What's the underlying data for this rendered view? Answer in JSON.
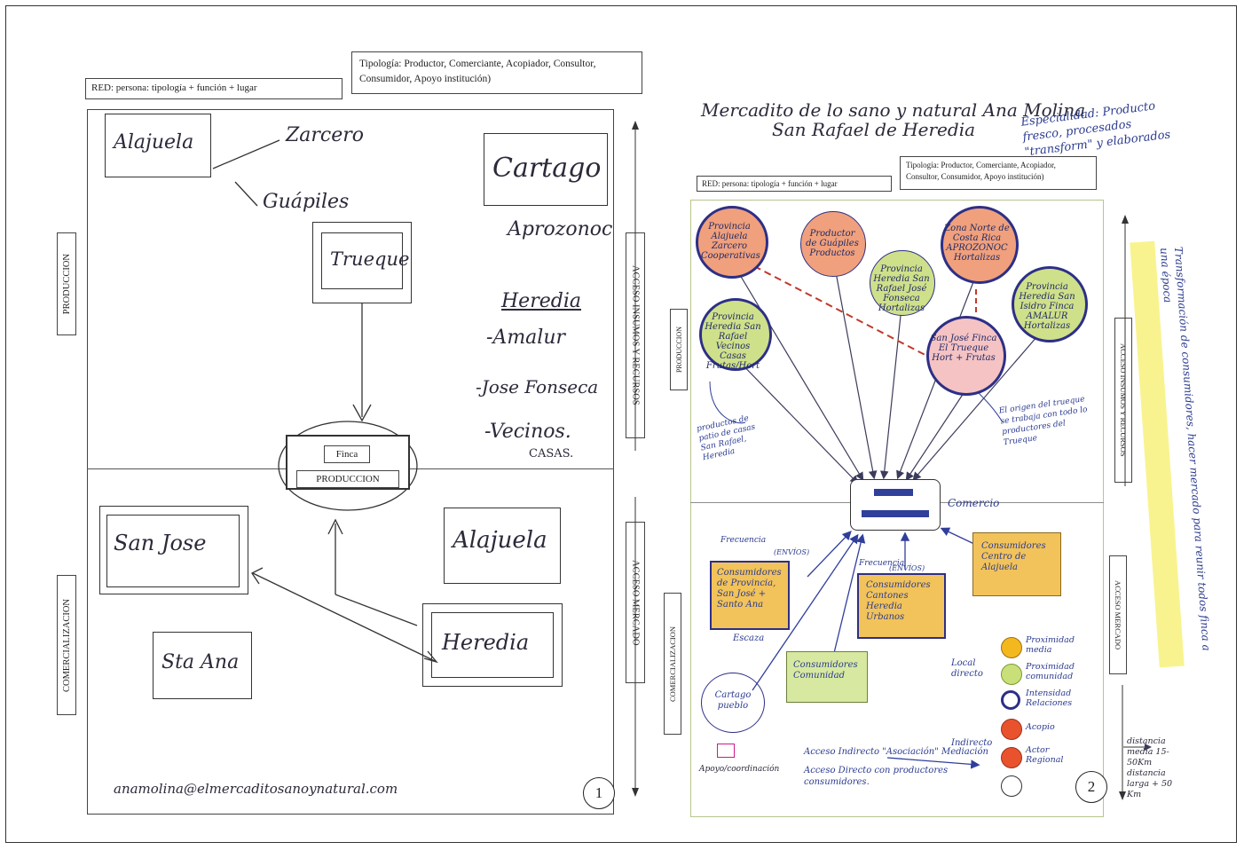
{
  "left": {
    "red_box": "RED: persona: tipología + función + lugar",
    "tipologia_box": "Tipología: Productor, Comerciante, Acopiador, Consultor, Consumidor, Apoyo institución)",
    "left_label_top": "PRODUCCION",
    "left_label_bottom": "COMERCIALIZACION",
    "right_label_top": "ACCESO INSUMOS Y RECURSOS",
    "right_label_bottom": "ACCESO MERCADO",
    "finca": "Finca",
    "produccion": "PRODUCCION",
    "hand": {
      "alajuela_top": "Alajuela",
      "zarcero": "Zarcero",
      "guapiles": "Guápiles",
      "trueque": "Trueque",
      "cartago": "Cartago",
      "aprozonoc": "Aprozonoc",
      "heredia": "Heredia",
      "amalur": "-Amalur",
      "jose_fonseca": "-Jose Fonseca",
      "vecinos": "-Vecinos.",
      "casas": "CASAS.",
      "san_jose": "San Jose",
      "alajuela_bottom": "Alajuela",
      "sta_ana": "Sta Ana",
      "heredia_bottom": "Heredia",
      "email": "anamolina@elmercaditosanoynatural.com"
    },
    "marker": "1"
  },
  "right": {
    "title_line1": "Mercadito de lo sano y natural  Ana Molina",
    "title_line2": "San Rafael de Heredia",
    "especialidad": "Especialidad: Producto fresco, procesados \"transform\" y elaborados",
    "red_box": "RED: persona: tipología + función + lugar",
    "tipologia_box": "Tipología: Productor, Comerciante, Acopiador, Consultor, Consumidor, Apoyo institución)",
    "left_label_top": "PRODUCCION",
    "left_label_bottom": "COMERCIALIZACION",
    "right_label_top": "ACCESO INSUMOS Y RECURSOS",
    "right_label_bottom": "ACCESO MERCADO",
    "comercio": "Comercio",
    "circles": [
      {
        "text": "Provincia Alajuela Zarcero Cooperativas"
      },
      {
        "text": "Productor de Guápiles Productos"
      },
      {
        "text": "Provincia Heredia San Rafael José Fonseca Hortalizas"
      },
      {
        "text": "Zona Norte de Costa Rica APROZONOC Hortalizas"
      },
      {
        "text": "Provincia Heredia San Isidro Finca AMALUR Hortalizas"
      },
      {
        "text": "Provincia Heredia San Rafael Vecinos Casas Frutas/Hort"
      },
      {
        "text": "San José Finca El Trueque Hort + Frutas"
      }
    ],
    "boxes": {
      "consumidores_provincia": "Consumidores de Provincia, San José + Santo Ana",
      "consumidores_cantones": "Consumidores Cantones Heredia Urbanos",
      "consumidores_comunidad": "Consumidores Comunidad",
      "consumidores_alajuela": "Consumidores Centro de Alajuela",
      "cartago_pueblo": "Cartago pueblo",
      "envios1": "(ENVÍOS)",
      "envios2": "(ENVÍOS)",
      "frecuencia1": "Frecuencia",
      "frecuencia2": "Frecuencia",
      "escaza": "Escaza"
    },
    "notes": {
      "productos_frescos": "productos de patio de casas San Rafael, Heredia",
      "origen_trueque": "El origen del trueque se trabaja con todo lo productores del Trueque",
      "transformacion": "Transformación de consumidores, hacer mercado para reunir todos finca a una época",
      "local_directo": "Local directo",
      "indirecto": "Indirecto",
      "acceso_indirecto": "Acceso Indirecto \"Asociación\" Mediación",
      "acceso_directo": "Acceso Directo con productores consumidores.",
      "apoyo": "Apoyo/coordinación",
      "distancia": "distancia media 15-50Km distancia larga + 50 Km"
    },
    "legend": [
      {
        "label": "Proximidad media",
        "color": "#f4b81f"
      },
      {
        "label": "Proximidad comunidad",
        "color": "#c9e07a"
      },
      {
        "label": "Intensidad Relaciones",
        "color": "#ffffff"
      },
      {
        "label": "Acopio",
        "color": "#e8532e"
      },
      {
        "label": "Actor Regional",
        "color": "#e8532e"
      },
      {
        "label": "",
        "color": "#ffffff"
      }
    ],
    "marker": "2"
  }
}
